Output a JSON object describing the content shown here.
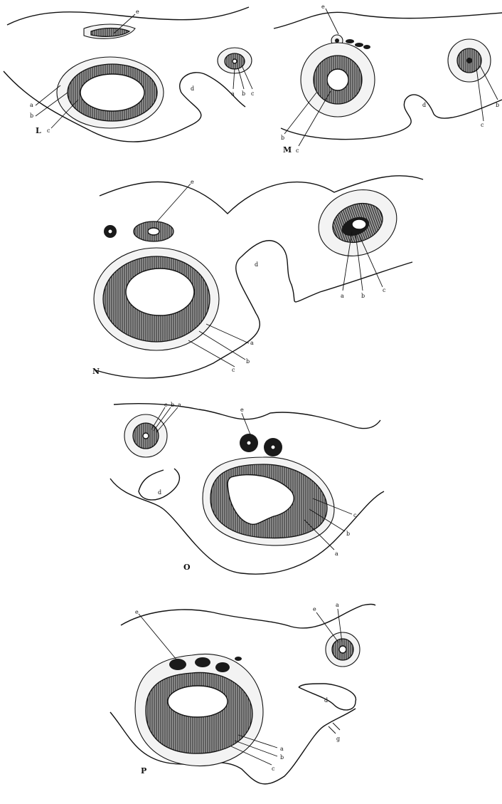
{
  "figure": {
    "panels": [
      {
        "id": "L",
        "label": "L",
        "leader_labels": [
          "e",
          "a",
          "b",
          "c",
          "d",
          "a",
          "b",
          "c"
        ]
      },
      {
        "id": "M",
        "label": "M",
        "leader_labels": [
          "e",
          "b",
          "c",
          "d",
          "c",
          "b"
        ]
      },
      {
        "id": "N",
        "label": "N",
        "leader_labels": [
          "e",
          "d",
          "a",
          "b",
          "c",
          "a",
          "b",
          "c"
        ]
      },
      {
        "id": "O",
        "label": "O",
        "leader_labels": [
          "c",
          "b",
          "a",
          "e",
          "d",
          "c",
          "b",
          "a"
        ]
      },
      {
        "id": "P",
        "label": "P",
        "leader_labels": [
          "e",
          "e",
          "a",
          "d",
          "g",
          "a",
          "b",
          "c"
        ]
      }
    ]
  }
}
